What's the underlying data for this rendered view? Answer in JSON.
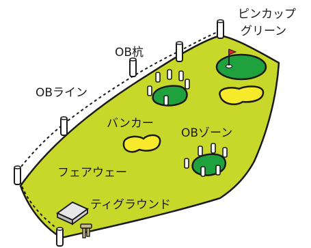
{
  "labels": {
    "pin_cup": "ピンカップ",
    "green": "グリーン",
    "ob_stake": "OB杭",
    "ob_line": "OBライン",
    "bunker": "バンカー",
    "ob_zone": "OBゾーン",
    "fairway": "フェアウェー",
    "tee_ground": "ティグラウンド"
  },
  "colors": {
    "fairway": "#c8d82a",
    "green": "#1fa23d",
    "bunker": "#f7ea2a",
    "outline": "#1a1a1a",
    "stake": "#ffffff",
    "tee_marker": "#c9b98a"
  }
}
